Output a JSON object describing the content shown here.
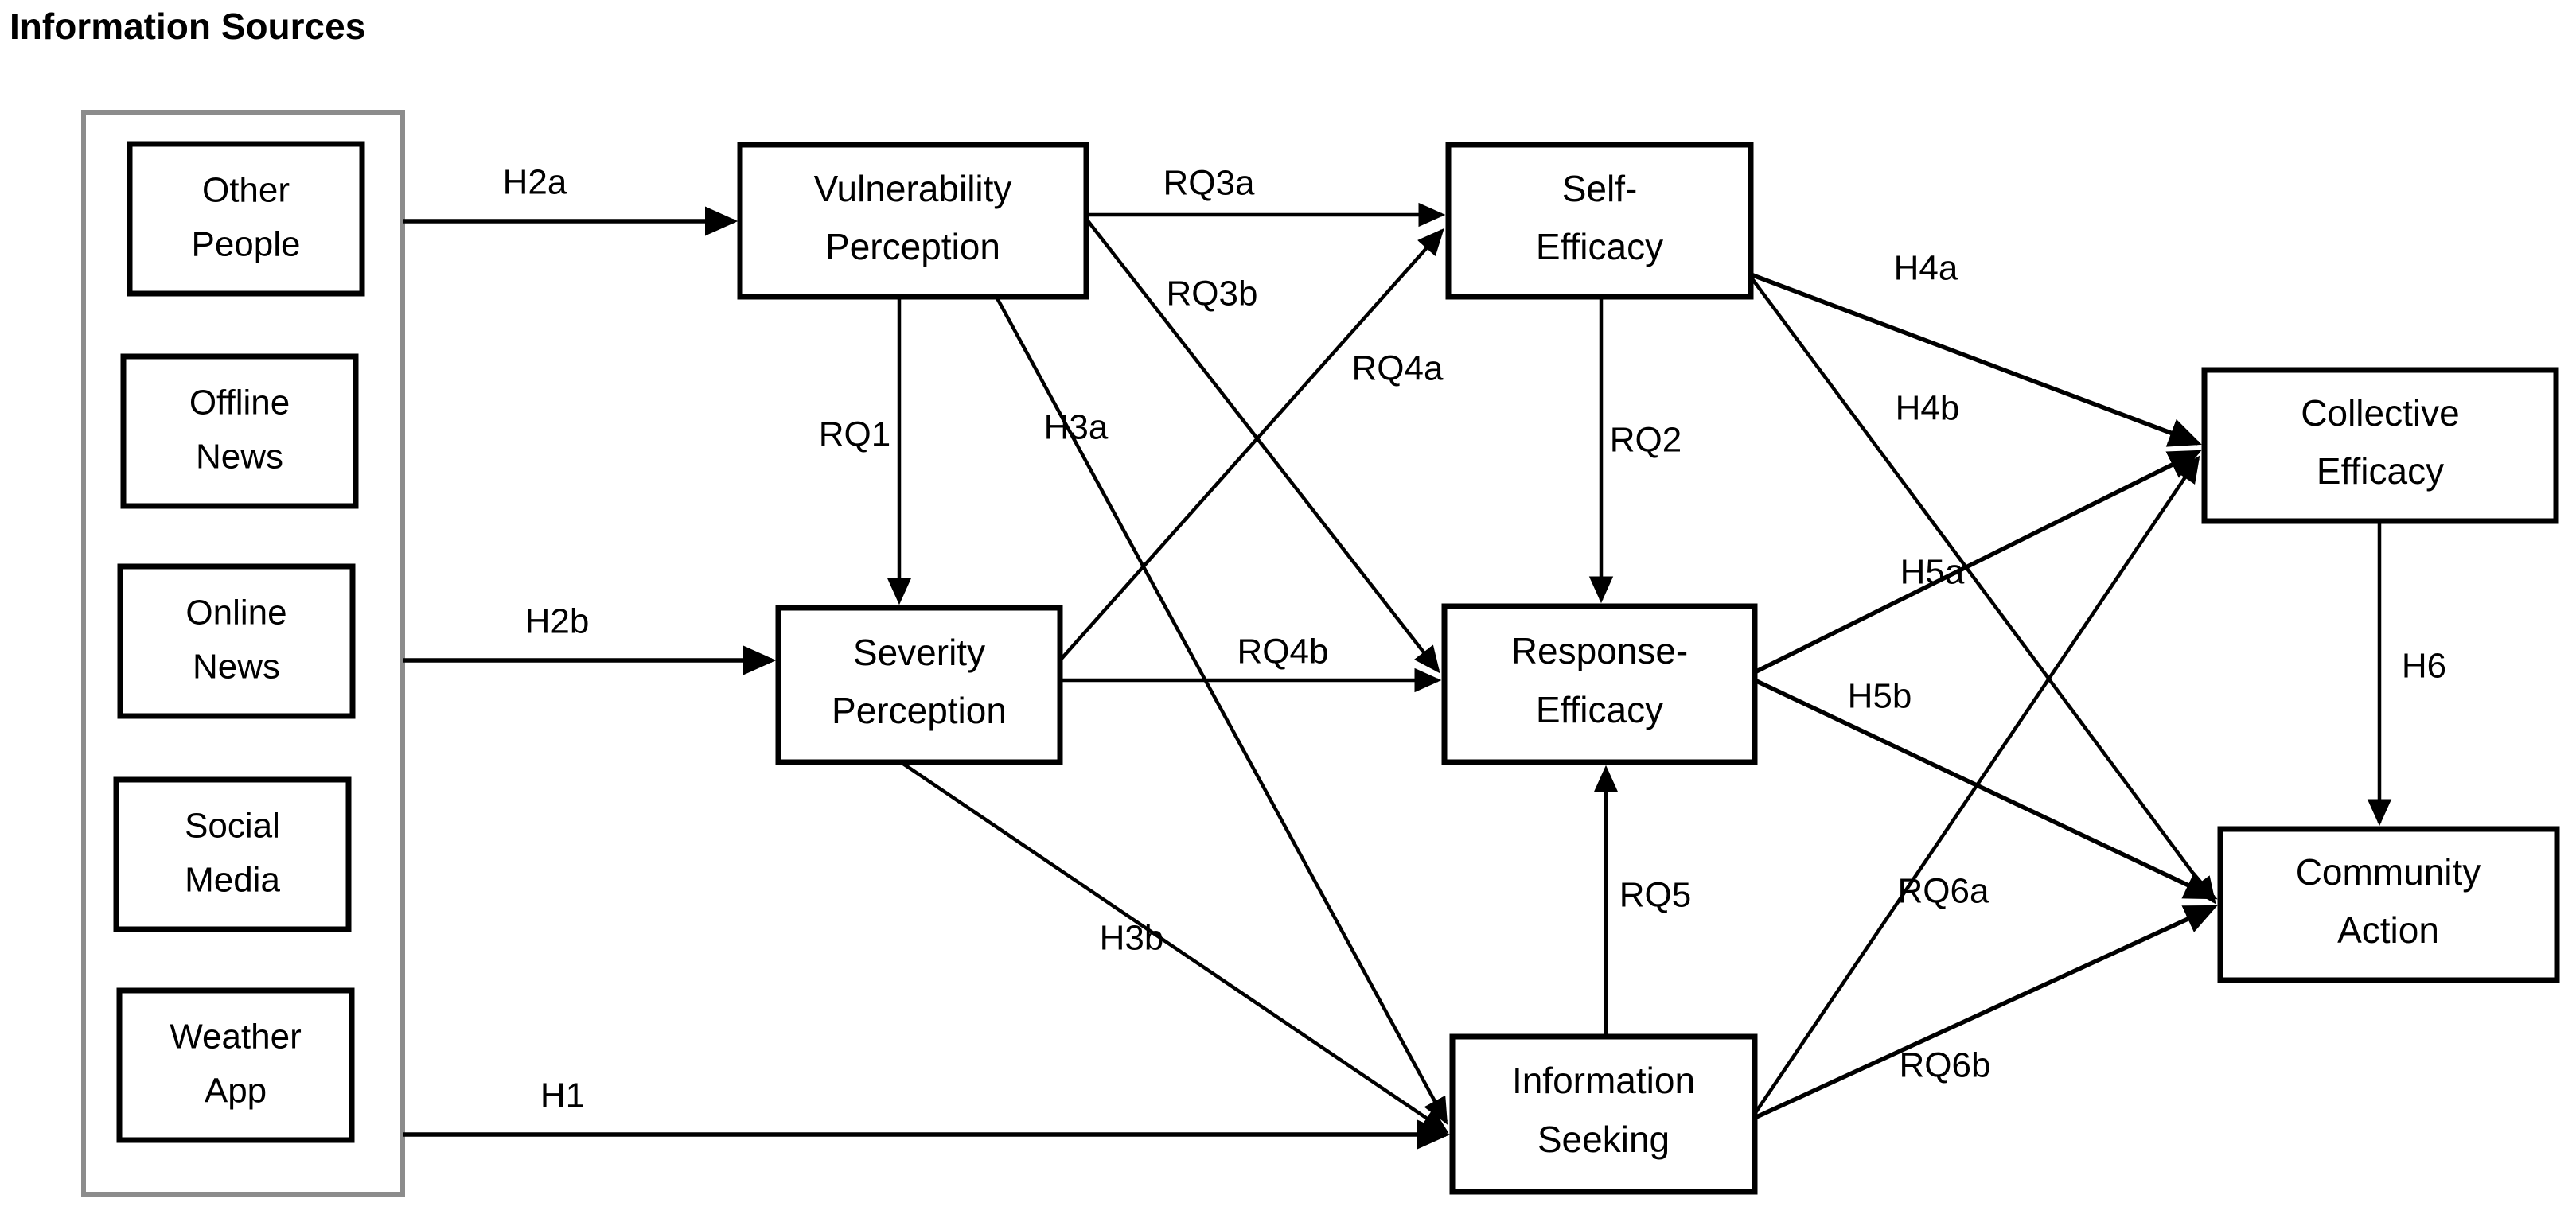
{
  "title": "Information Sources",
  "diagram": {
    "type": "path-model-diagram",
    "sources_panel": {
      "name": "Information Sources",
      "items": [
        {
          "id": "other-people",
          "label_line1": "Other",
          "label_line2": "People"
        },
        {
          "id": "offline-news",
          "label_line1": "Offline",
          "label_line2": "News"
        },
        {
          "id": "online-news",
          "label_line1": "Online",
          "label_line2": "News"
        },
        {
          "id": "social-media",
          "label_line1": "Social",
          "label_line2": "Media"
        },
        {
          "id": "weather-app",
          "label_line1": "Weather",
          "label_line2": "App"
        }
      ]
    },
    "nodes": [
      {
        "id": "vulnerability-perception",
        "line1": "Vulnerability",
        "line2": "Perception"
      },
      {
        "id": "severity-perception",
        "line1": "Severity",
        "line2": "Perception"
      },
      {
        "id": "self-efficacy",
        "line1": "Self-",
        "line2": "Efficacy"
      },
      {
        "id": "response-efficacy",
        "line1": "Response-",
        "line2": "Efficacy"
      },
      {
        "id": "information-seeking",
        "line1": "Information",
        "line2": "Seeking"
      },
      {
        "id": "collective-efficacy",
        "line1": "Collective",
        "line2": "Efficacy"
      },
      {
        "id": "community-action",
        "line1": "Community",
        "line2": "Action"
      }
    ],
    "edges": [
      {
        "id": "h2a",
        "label": "H2a",
        "from": "information-sources",
        "to": "vulnerability-perception"
      },
      {
        "id": "h2b",
        "label": "H2b",
        "from": "information-sources",
        "to": "severity-perception"
      },
      {
        "id": "h1",
        "label": "H1",
        "from": "information-sources",
        "to": "information-seeking"
      },
      {
        "id": "rq1",
        "label": "RQ1",
        "from": "vulnerability-perception",
        "to": "severity-perception"
      },
      {
        "id": "rq3a",
        "label": "RQ3a",
        "from": "vulnerability-perception",
        "to": "self-efficacy"
      },
      {
        "id": "rq3b",
        "label": "RQ3b",
        "from": "vulnerability-perception",
        "to": "response-efficacy"
      },
      {
        "id": "h3a",
        "label": "H3a",
        "from": "vulnerability-perception",
        "to": "information-seeking"
      },
      {
        "id": "rq4a",
        "label": "RQ4a",
        "from": "severity-perception",
        "to": "self-efficacy"
      },
      {
        "id": "rq4b",
        "label": "RQ4b",
        "from": "severity-perception",
        "to": "response-efficacy"
      },
      {
        "id": "h3b",
        "label": "H3b",
        "from": "severity-perception",
        "to": "information-seeking"
      },
      {
        "id": "rq2",
        "label": "RQ2",
        "from": "self-efficacy",
        "to": "response-efficacy"
      },
      {
        "id": "h4a",
        "label": "H4a",
        "from": "self-efficacy",
        "to": "collective-efficacy"
      },
      {
        "id": "h4b",
        "label": "H4b",
        "from": "self-efficacy",
        "to": "community-action"
      },
      {
        "id": "h5a",
        "label": "H5a",
        "from": "response-efficacy",
        "to": "collective-efficacy"
      },
      {
        "id": "h5b",
        "label": "H5b",
        "from": "response-efficacy",
        "to": "community-action"
      },
      {
        "id": "rq5",
        "label": "RQ5",
        "from": "information-seeking",
        "to": "response-efficacy"
      },
      {
        "id": "rq6a",
        "label": "RQ6a",
        "from": "information-seeking",
        "to": "collective-efficacy"
      },
      {
        "id": "rq6b",
        "label": "RQ6b",
        "from": "information-seeking",
        "to": "community-action"
      },
      {
        "id": "h6",
        "label": "H6",
        "from": "collective-efficacy",
        "to": "community-action"
      }
    ]
  }
}
